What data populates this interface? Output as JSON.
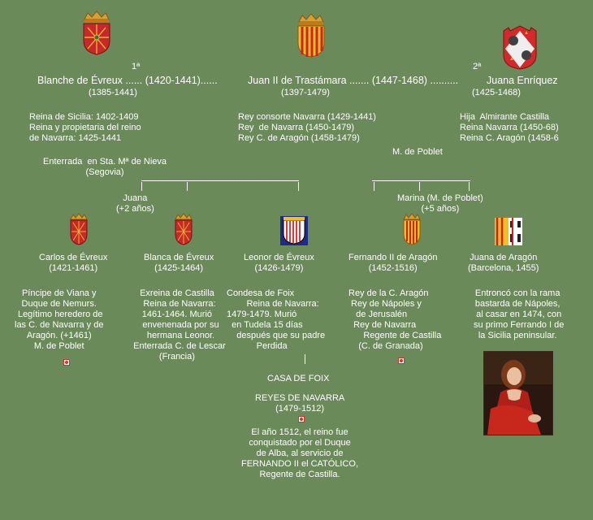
{
  "top": {
    "blanche": {
      "marriage_no": "1ª",
      "name_line": "Blanche de Évreux ...... (1420-1441)......",
      "years": "(1385-1441)",
      "titles": "Reina de Sicilia: 1402-1409\nReina y propietaria del reino\nde Navarra: 1425-1441",
      "burial": "Enterrada  en Sta. Mª de Nieva\n(Segovia)"
    },
    "juan": {
      "name_line": "Juan II de Trastámara ....... (1447-1468) ..........",
      "years": "(1397-1479)",
      "titles": "Rey consorte Navarra (1429-1441)\nRey  de Navarra (1450-1479)\nRey C. de Aragón (1458-1479)",
      "burial": "M. de Poblet"
    },
    "juana": {
      "marriage_no": "2ª",
      "name_line": "Juana Enríquez",
      "years": "(1425-1468)",
      "titles": "Hija  Almirante Castilla\nReina Navarra (1450-68)\nReina C. Aragón (1458-6"
    }
  },
  "groups": {
    "first": {
      "label": "Juana\n(+2 años)"
    },
    "second": {
      "label": "Marina (M. de Poblet)\n(+5 años)"
    }
  },
  "children": {
    "carlos": {
      "name": "Carlos de Évreux\n(1421-1461)",
      "bio": "Píncipe de Viana y\nDuque de Nemurs.\n Legítimo heredero de\nlas C. de Navarra y de\nAragón. (+1461)\nM. de Poblet"
    },
    "blanca": {
      "name": "Blanca de Évreux\n(1425-1464)",
      "bio": "Exreina de Castilla\n  Reina de Navarra:\n1461-1464. Murió\n   envenenada por su\n   hermana Leonor.\n  Enterrada C. de Lescar\n(Francia)"
    },
    "leonor": {
      "name": "Leonor de Évreux\n(1426-1479)",
      "bio": "Condesa de Foix\n        Reina de Navarra:\n1479-1479. Murió\n  en Tudela 15 días\n    después que su padre\n            Perdida",
      "house": "CASA DE FOIX",
      "kings": "REYES DE NAVARRA\n(1479-1512)",
      "note": "El año 1512, el reino fue\nconquistado por el Duque\nde Alba, al servicio de\nFERNANDO II el CATÓLICO,\nRegente de Castilla."
    },
    "fernando": {
      "name": "Fernando II de Aragón\n(1452-1516)",
      "bio": "Rey de la C. Aragón\n Rey de Nápoles y\n   de Jerusalén\n  Rey de Navarra\n      Regente de Castilla\n    (C. de Granada)"
    },
    "juana_ar": {
      "name": "Juana de Aragón\n(Barcelona, 1455)",
      "bio": "Entroncó con la rama\nbastarda de Nápoles,\n al casar en 1474, con\n su primo Ferrando I de\nla Sicilia peninsular."
    }
  },
  "colors": {
    "background": "#6b8a5a",
    "text": "#ffffff",
    "crown": "#d8a030",
    "navarra_red": "#c8282a",
    "aragon_gold": "#f0c020"
  }
}
